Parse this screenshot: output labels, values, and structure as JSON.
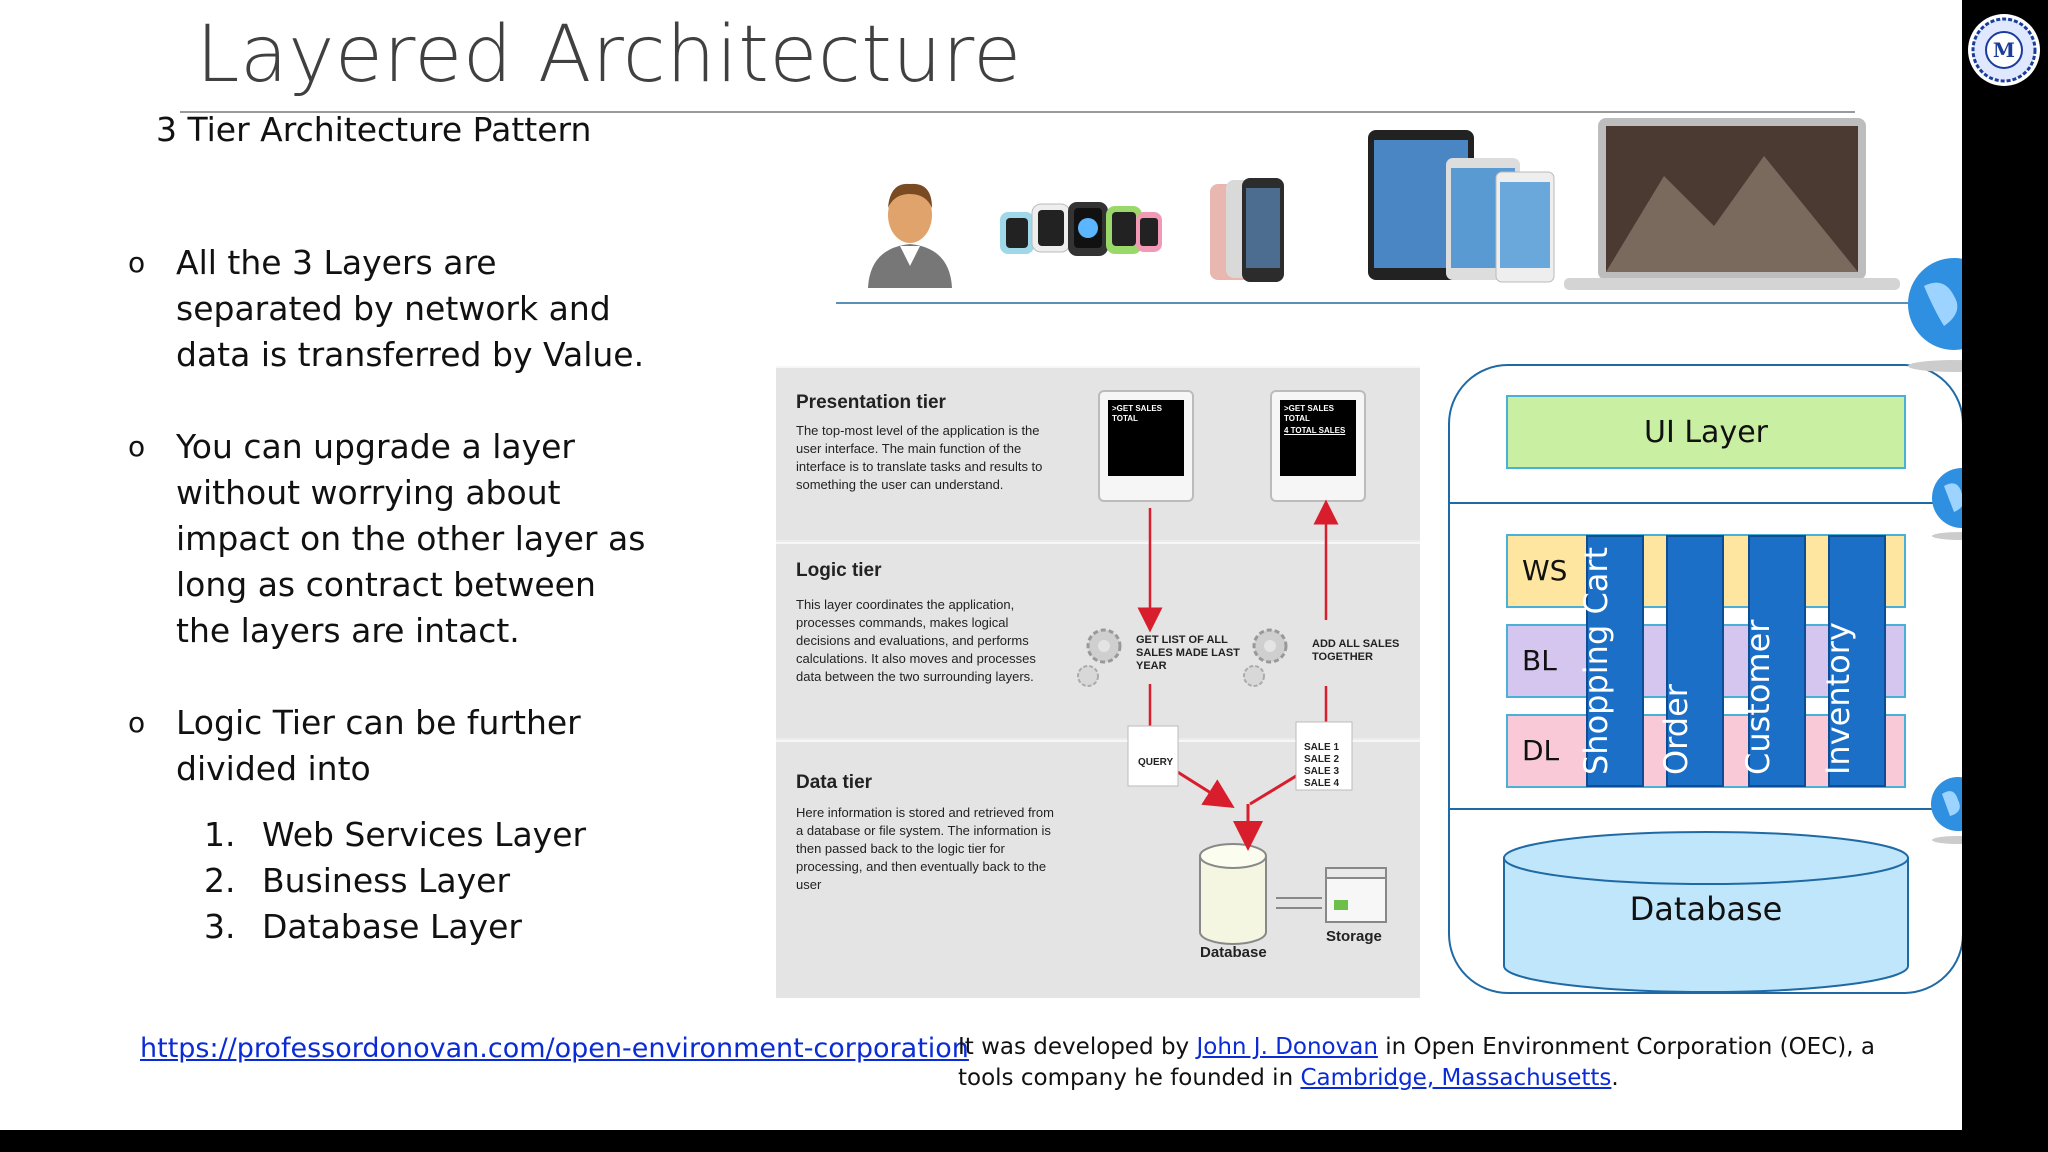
{
  "slide": {
    "title": "Layered Architecture",
    "subtitle": "3 Tier Architecture Pattern",
    "bullets": [
      "All the 3 Layers are separated by network and data is transferred by Value.",
      "You can upgrade a layer without worrying about impact on the other layer as long as contract between the layers are intact.",
      "Logic Tier can be further divided into"
    ],
    "bullet_marker": "o",
    "numbered": [
      {
        "n": "1.",
        "text": "Web Services Layer"
      },
      {
        "n": "2.",
        "text": "Business Layer"
      },
      {
        "n": "3.",
        "text": "Database Layer"
      }
    ],
    "source_link": "https://professordonovan.com/open-environment-corporation",
    "attribution": {
      "part1": "It was developed by ",
      "link1": "John J. Donovan",
      "part2": " in Open Environment Corporation (OEC), a tools company he founded in ",
      "link2": "Cambridge, Massachusetts",
      "part3": "."
    }
  },
  "tiers": {
    "presentation": {
      "title": "Presentation tier",
      "text": "The top-most level of the application is the user interface. The main function of the interface is to translate tasks and results to something the user can understand.",
      "screen1": ">GET SALES TOTAL",
      "screen2": ">GET SALES TOTAL",
      "screen2_result": "4 TOTAL SALES"
    },
    "logic": {
      "title": "Logic tier",
      "text": "This layer coordinates the application, processes commands, makes logical decisions and evaluations, and performs calculations. It also moves and processes data between the two surrounding layers.",
      "step1": "GET LIST OF ALL SALES MADE LAST YEAR",
      "step2": "ADD ALL SALES TOGETHER",
      "query": "QUERY",
      "sales": [
        "SALE 1",
        "SALE 2",
        "SALE 3",
        "SALE 4"
      ]
    },
    "data": {
      "title": "Data tier",
      "text": "Here information is stored and retrieved from a database or file system. The information is then passed back to the logic tier for processing, and then eventually back to the user",
      "database": "Database",
      "storage": "Storage"
    }
  },
  "stack": {
    "ui_layer": "UI Layer",
    "bands": [
      "WS",
      "BL",
      "DL"
    ],
    "columns": [
      "Shopping Cart",
      "Order",
      "Customer",
      "Inventory"
    ],
    "database": "Database"
  },
  "colors": {
    "accent_blue": "#1f6aa5",
    "ui_green": "#c9f0a2",
    "ws_yellow": "#ffe6a0",
    "bl_purple": "#d5c6f0",
    "dl_pink": "#f9c9d8",
    "column_blue": "#1b6fc7",
    "db_blue": "#bfe6fb",
    "link": "#0b2bd6"
  },
  "icons": [
    "user-avatar-icon",
    "smartwatches-image",
    "smartphones-image",
    "tablets-image",
    "laptop-image",
    "globe-icon",
    "university-logo"
  ]
}
